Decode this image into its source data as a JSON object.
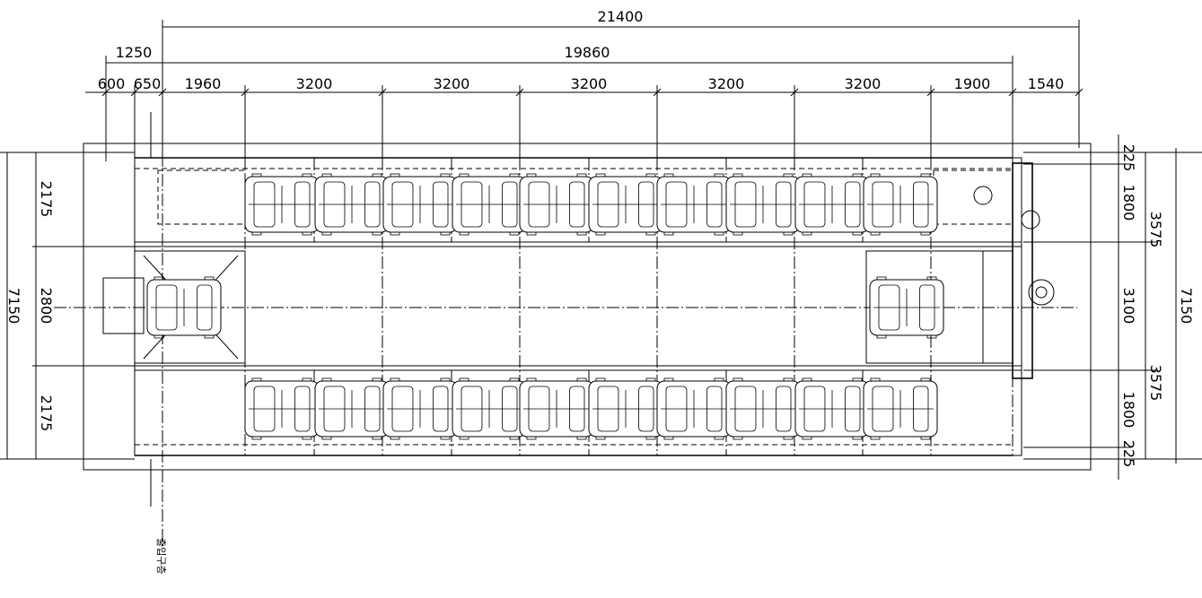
{
  "dimensions": {
    "overall_width": "21400",
    "inner_width": "19860",
    "left_offset": "1250",
    "left_a": "600",
    "left_b": "650",
    "first_bay": "1960",
    "bays": [
      "3200",
      "3200",
      "3200",
      "3200",
      "3200"
    ],
    "last_bay": "1900",
    "right_offset": "1540",
    "left_side": {
      "overall": "7150",
      "top": "2175",
      "middle": "2800",
      "bottom": "2175"
    },
    "right_side": {
      "overall": "7150",
      "top_margin": "225",
      "top_row": "1800",
      "upper": "3575",
      "middle": "3100",
      "lower": "3575",
      "bottom_row": "1800",
      "bottom_margin": "225"
    }
  },
  "entrance_label": "출입구층"
}
